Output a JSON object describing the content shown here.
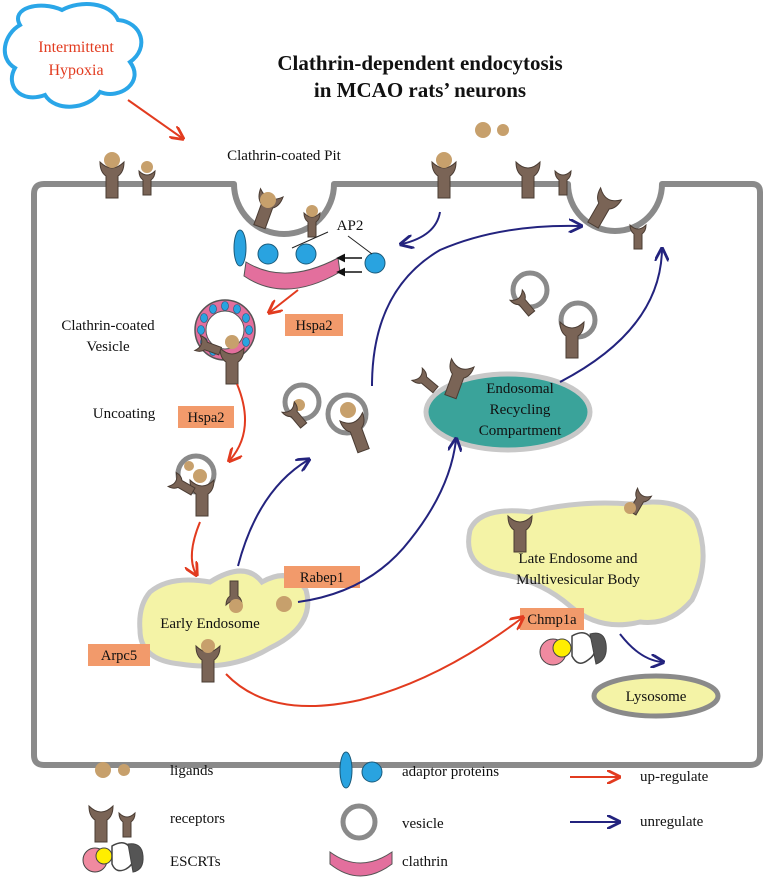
{
  "title": {
    "line1": "Clathrin-dependent endocytosis",
    "line2": "in MCAO rats’ neurons"
  },
  "stimulus": {
    "line1": "Intermittent",
    "line2": "Hypoxia"
  },
  "labels": {
    "pit": "Clathrin-coated Pit",
    "ap2": "AP2",
    "vesicle_line1": "Clathrin-coated",
    "vesicle_line2": "Vesicle",
    "uncoating": "Uncoating",
    "early_endosome": "Early Endosome",
    "recycling_line1": "Endosomal",
    "recycling_line2": "Recycling",
    "recycling_line3": "Compartment",
    "late_line1": "Late Endosome and",
    "late_line2": "Multivesicular Body",
    "lysosome": "Lysosome"
  },
  "genes": {
    "hspa2_a": "Hspa2",
    "hspa2_b": "Hspa2",
    "rabep1": "Rabep1",
    "arpc5": "Arpc5",
    "chmp1a": "Chmp1a"
  },
  "legend": {
    "ligands": "ligands",
    "receptors": "receptors",
    "escrts": "ESCRTs",
    "adaptor": "adaptor proteins",
    "vesicle": "vesicle",
    "clathrin": "clathrin",
    "up": "up-regulate",
    "un": "unregulate"
  },
  "colors": {
    "up_arrow": "#e23b1f",
    "un_arrow": "#23237e",
    "ligand": "#c7a06c",
    "receptor": "#7a6456",
    "adaptor": "#29a3e0",
    "clathrin": "#e36f9d",
    "gene_box": "#f29a6b",
    "early_endosome": "#f4f3a6",
    "recycling": "#3aa39a",
    "membrane": "#8a8a8a"
  }
}
